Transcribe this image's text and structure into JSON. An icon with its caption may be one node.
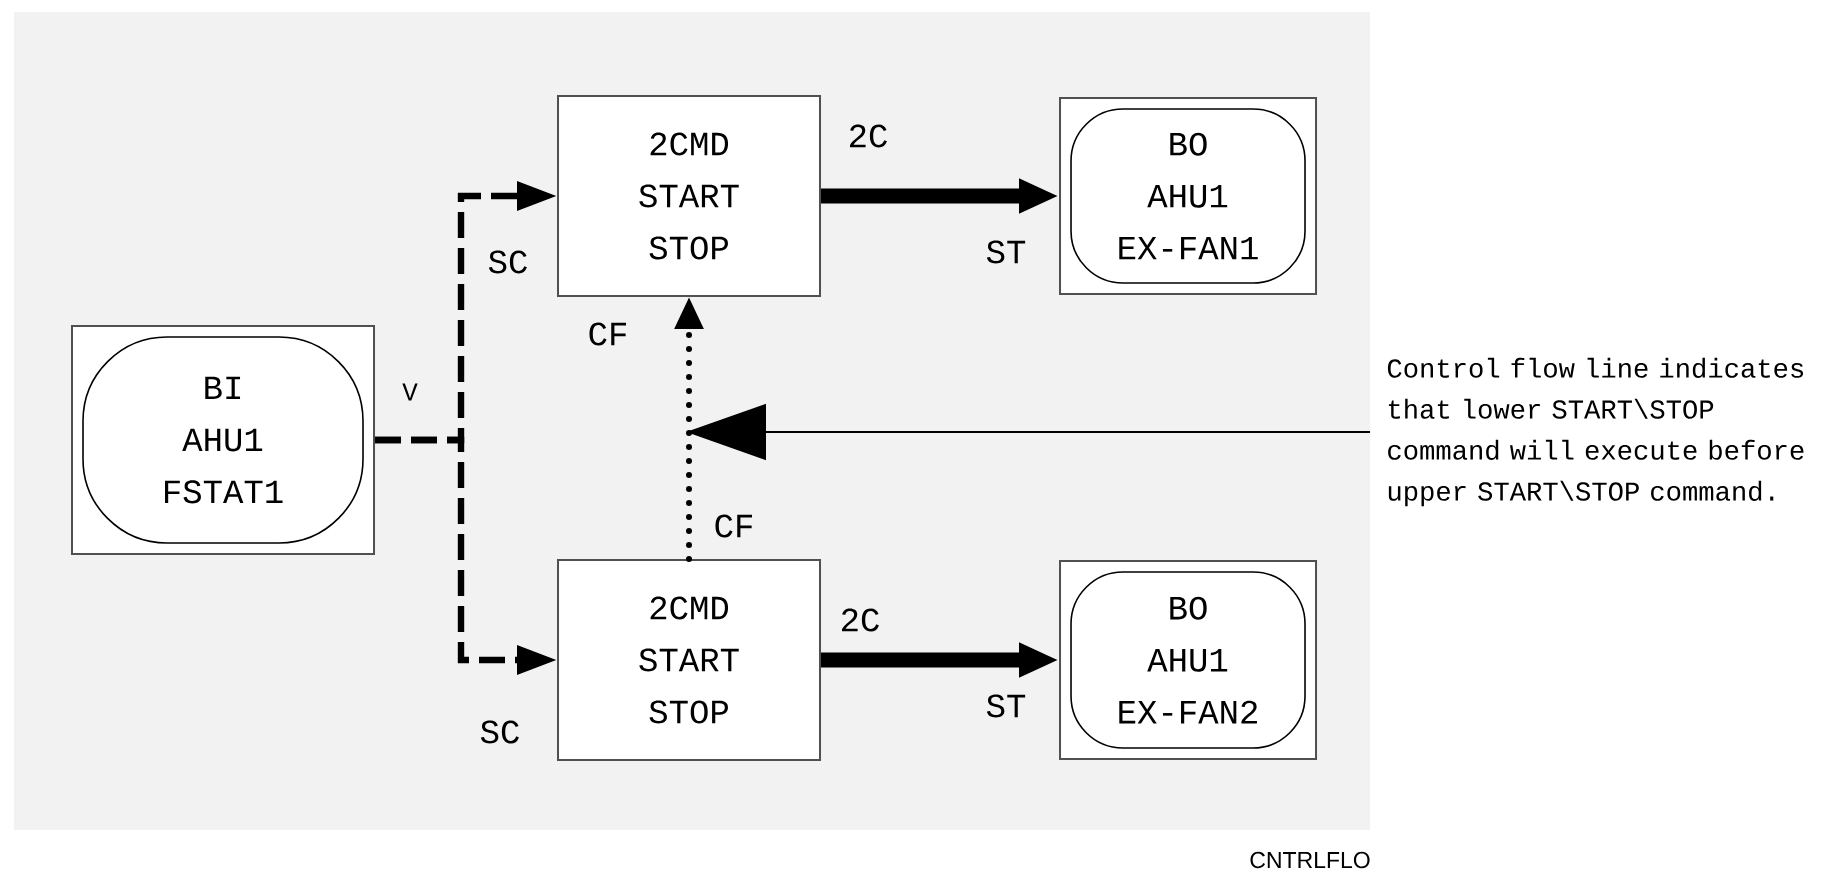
{
  "diagram": {
    "nodes": [
      {
        "text": [
          "BI",
          "AHU1",
          "FSTAT1"
        ]
      },
      {
        "text": [
          "2CMD",
          "START",
          "STOP"
        ]
      },
      {
        "text": [
          "BO",
          "AHU1",
          "EX-FAN1"
        ]
      },
      {
        "text": [
          "2CMD",
          "START",
          "STOP"
        ]
      },
      {
        "text": [
          "BO",
          "AHU1",
          "EX-FAN2"
        ]
      },
      {
        "text": [
          "Control flow line indicates that lower START\\STOP command will execute before upper START\\STOP command."
        ]
      }
    ],
    "edges": [
      {
        "from": 0,
        "to": 1,
        "arrow": "to",
        "style": "dashed"
      },
      {
        "from": 0,
        "to": 3,
        "arrow": "to",
        "style": "dashed"
      },
      {
        "from": 3,
        "to": 1,
        "arrow": "to",
        "style": "dashed"
      },
      {
        "from": 1,
        "to": 2,
        "arrow": "to",
        "style": "thick"
      },
      {
        "from": 3,
        "to": 4,
        "arrow": "to",
        "style": "thick"
      },
      {
        "from": 5,
        "to": null,
        "arrow": "to"
      }
    ],
    "labels": [
      "2C",
      "ST",
      "SC",
      "CF",
      "V",
      "CF",
      "2C",
      "ST",
      "SC",
      "CNTRLFLO"
    ]
  }
}
